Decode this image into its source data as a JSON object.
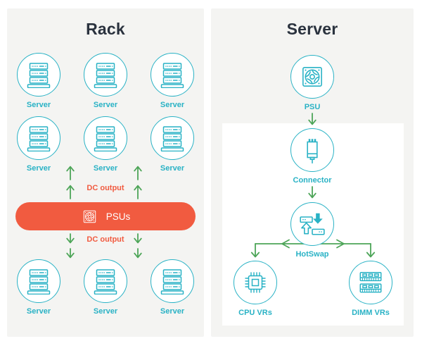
{
  "rack_panel": {
    "title": "Rack",
    "server_label": "Server",
    "server_count": 9,
    "dc_output_top_label": "DC output",
    "dc_output_bottom_label": "DC output",
    "psus_pill_label": "PSUs"
  },
  "server_panel": {
    "title": "Server",
    "psu_label": "PSU",
    "connector_label": "Connector",
    "hotswap_label": "HotSwap",
    "cpu_vrs_label": "CPU VRs",
    "dimm_vrs_label": "DIMM VRs"
  },
  "colors": {
    "teal": "#29b2c5",
    "orange": "#f15b40",
    "green": "#4da558",
    "heading": "#2a323e",
    "panel_bg": "#f4f4f2",
    "card_bg": "#ffffff",
    "page_bg": "#ffffff"
  }
}
